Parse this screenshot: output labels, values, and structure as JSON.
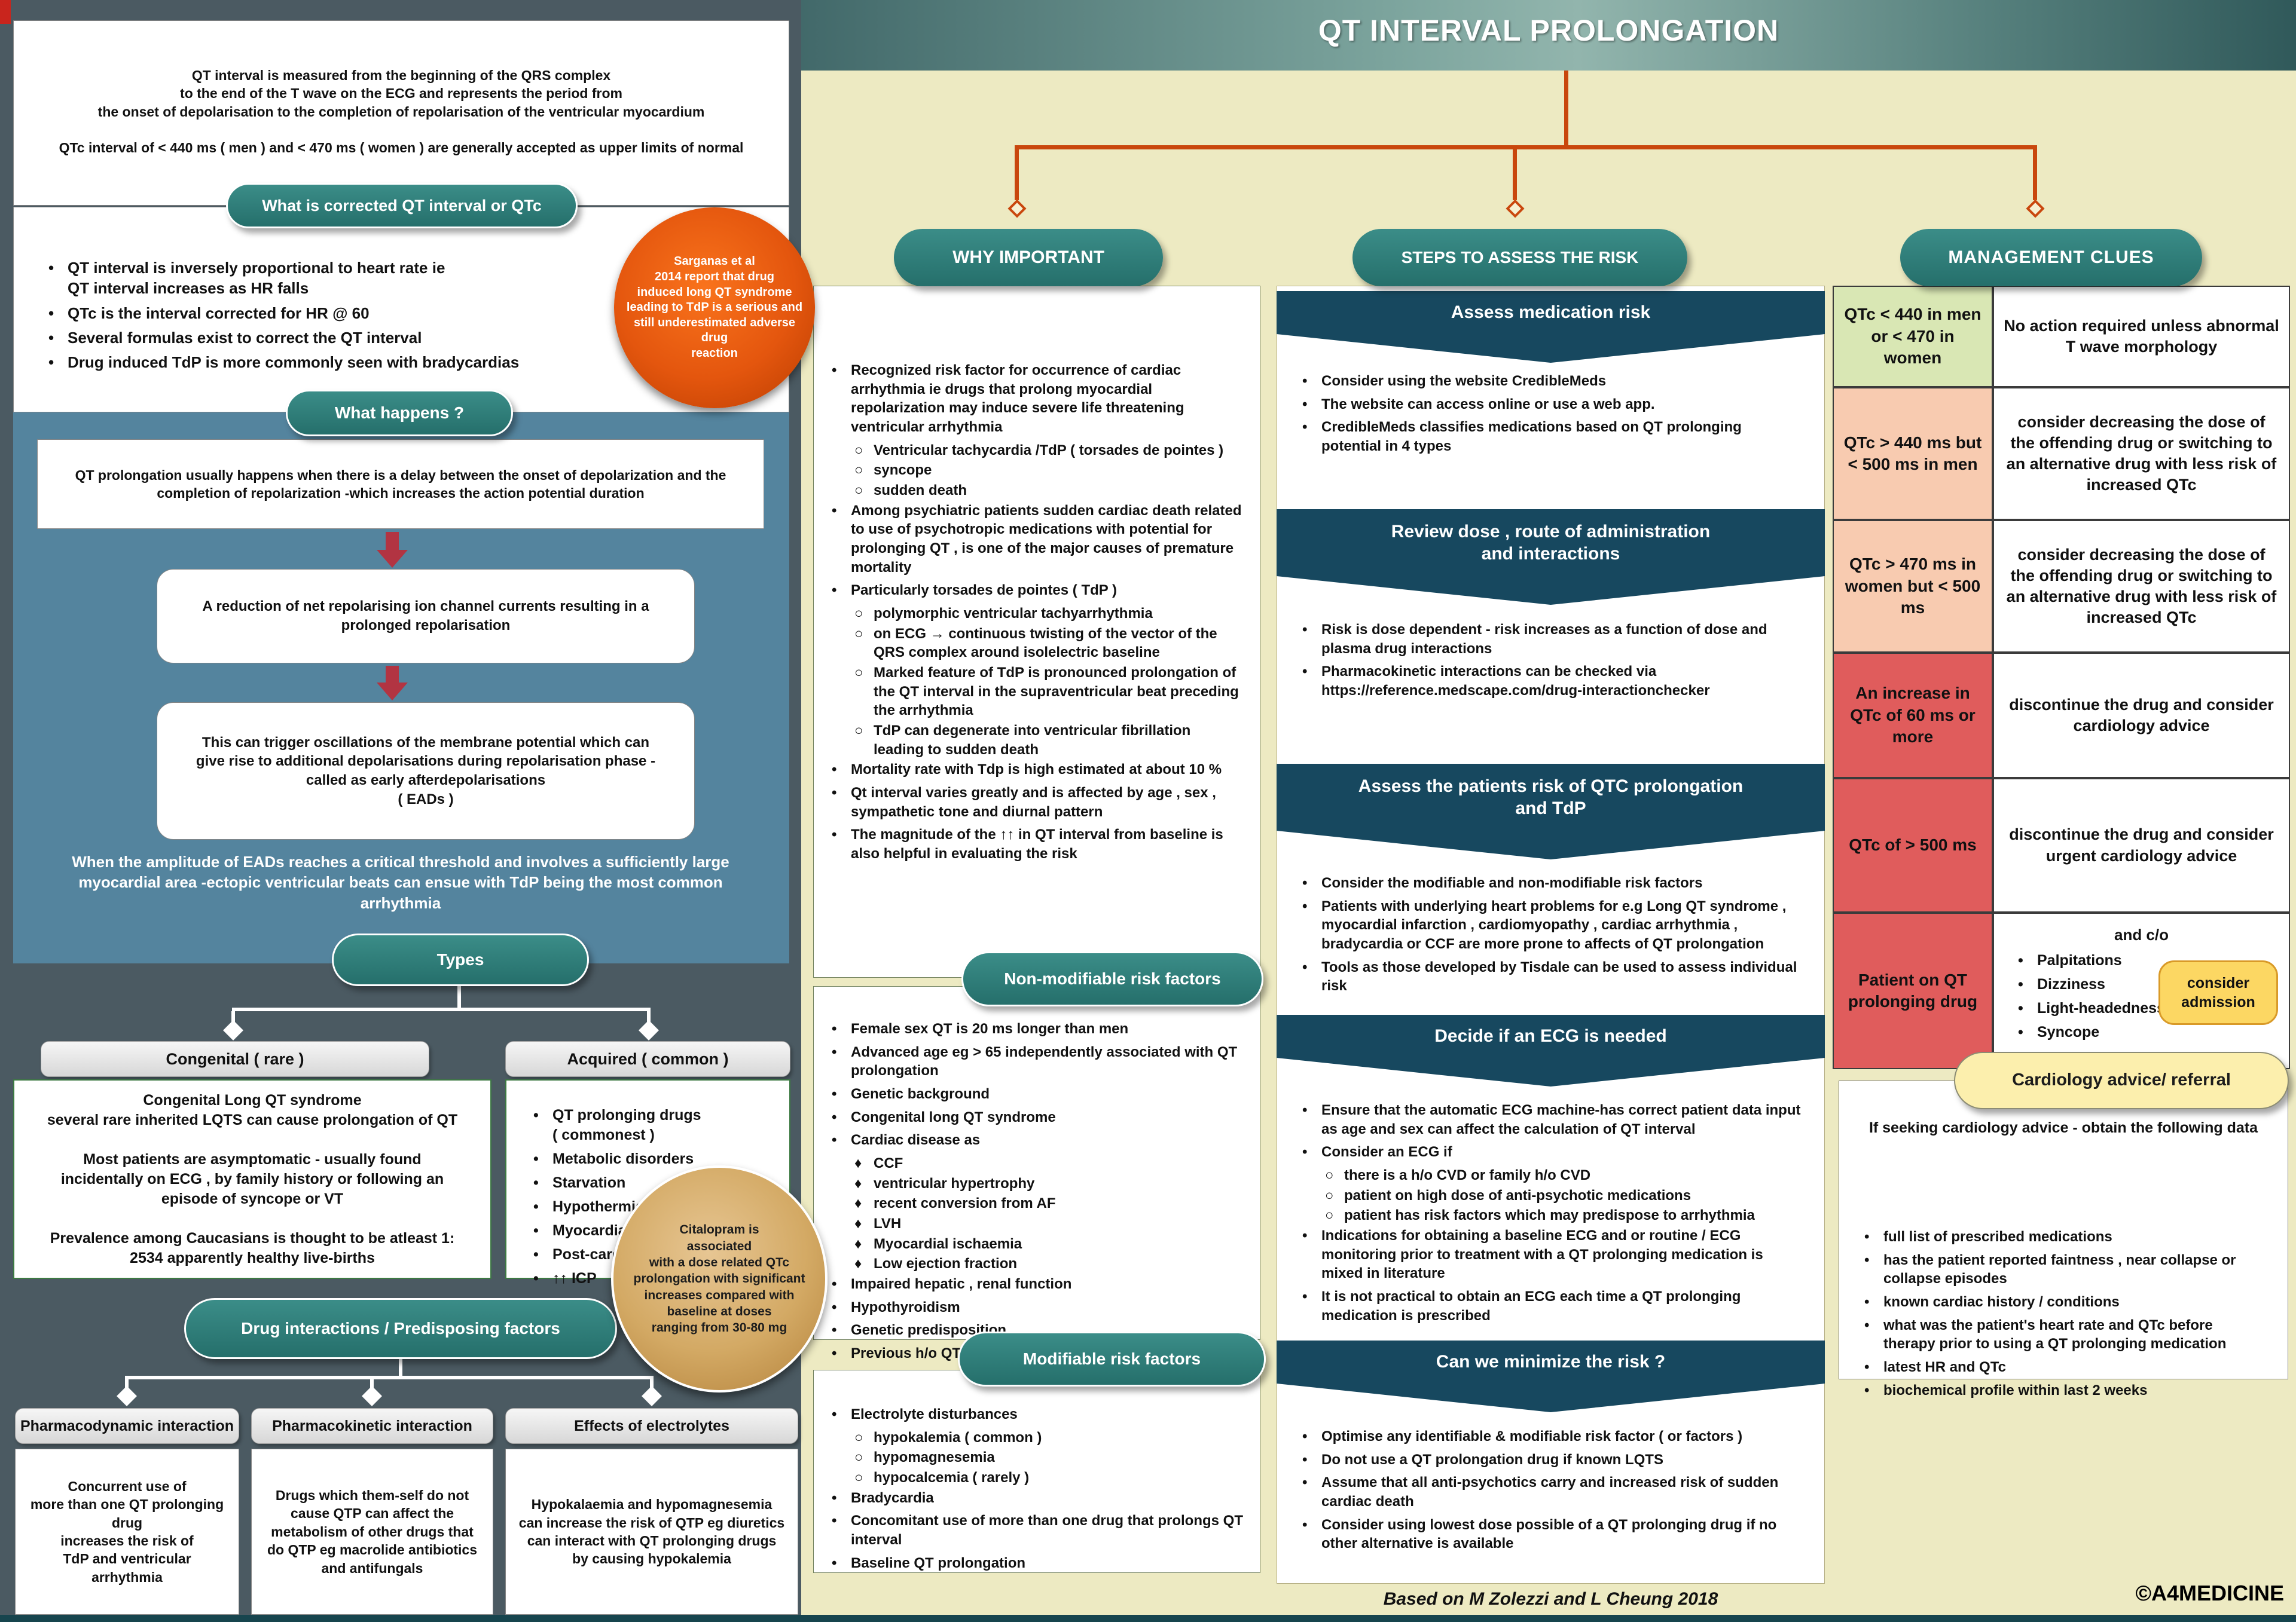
{
  "title": "QT INTERVAL PROLONGATION",
  "colors": {
    "teal_oval": "#2f807d",
    "navy_banner": "#17485f",
    "orange_connector": "#c9470d",
    "slate_panel": "#4b5a62",
    "blue_panel": "#54849e",
    "cream_bg": "#edeac2",
    "green_cell": "#d9e7b4",
    "salmon_cell": "#f8cbb0",
    "red_cell": "#e05c5c",
    "badge_yellow": "#fcd763",
    "cardio_oval_yellow": "#fcefad"
  },
  "left": {
    "intro_p1": "QT interval is measured from the beginning of the QRS complex\nto the end of the T wave on the ECG and represents the period from\nthe onset of depolarisation to the completion of repolarisation of the ventricular myocardium",
    "intro_p2": "QTc interval of  < 440 ms ( men ) and < 470 ms ( women ) are generally  accepted as upper limits of normal",
    "qtc_oval": "What is corrected QT interval or QTc",
    "qtc_bullets": [
      {
        "g": "•",
        "i": 0,
        "t": "QT interval is inversely proportional to heart rate ie\nQT interval increases as HR falls"
      },
      {
        "g": "•",
        "i": 0,
        "t": "QTc is the interval corrected for HR @ 60"
      },
      {
        "g": "•",
        "i": 0,
        "t": "Several formulas exist to correct the QT interval"
      },
      {
        "g": "•",
        "i": 0,
        "t": "Drug induced TdP is more commonly seen with bradycardias"
      }
    ],
    "sarganas_note": "Sarganas et al\n2014 report that drug\ninduced long QT syndrome\nleading to TdP is a serious and\nstill underestimated adverse\ndrug\nreaction",
    "what_happens_oval": "What happens ?",
    "delay_box": "QT prolongation usually happens when there is a delay between the onset of depolarization and the completion of repolarization -which increases the action potential duration",
    "reduction_box": "A reduction of net repolarising ion channel currents resulting in a prolonged repolarisation",
    "oscillation_box": "This can trigger oscillations of the membrane potential which can give rise to additional depolarisations during repolarisation phase - called as early afterdepolarisations\n( EADs )",
    "ead_footer": "When the amplitude of EADs reaches a critical threshold and involves a sufficiently large myocardial area -ectopic ventricular beats can  ensue with TdP being the most common arrhythmia",
    "types_oval": "Types",
    "congenital_label": "Congenital ( rare )",
    "congenital_body": "Congenital Long QT syndrome\nseveral rare inherited LQTS can cause prolongation of QT\n\nMost patients are asymptomatic - usually found incidentally on ECG , by family history or following an episode of syncope or VT\n\nPrevalence among  Caucasians is thought to be atleast 1: 2534 apparently healthy live-births",
    "acquired_label": "Acquired ( common )",
    "acquired_bullets": [
      {
        "g": "•",
        "i": 0,
        "t": "QT prolonging drugs\n( commonest )"
      },
      {
        "g": "•",
        "i": 0,
        "t": "Metabolic disorders"
      },
      {
        "g": "•",
        "i": 0,
        "t": "Starvation"
      },
      {
        "g": "•",
        "i": 0,
        "t": "Hypothermia"
      },
      {
        "g": "•",
        "i": 0,
        "t": "Myocardial ischaemia"
      },
      {
        "g": "•",
        "i": 0,
        "t": "Post-cardiac arrest"
      },
      {
        "g": "•",
        "i": 0,
        "t": "↑↑ ICP"
      }
    ],
    "citalopram_note": "Citalopram is\nassociated\nwith a dose related QTc\nprolongation with significant\nincreases compared with\nbaseline at doses\nranging from 30-80 mg",
    "drug_interactions_oval": "Drug interactions / Predisposing factors",
    "interactions": [
      {
        "label": "Pharmacodynamic interaction",
        "body": "Concurrent use of\nmore than one QT prolonging drug\nincreases the risk of\nTdP and ventricular\narrhythmia"
      },
      {
        "label": "Pharmacokinetic interaction",
        "body": "Drugs which them-self do not cause QTP can affect the metabolism of other  drugs that do QTP eg macrolide antibiotics and antifungals"
      },
      {
        "label": "Effects of electrolytes",
        "body": "Hypokalaemia and hypomagnesemia can increase the risk of QTP eg diuretics can interact with QT prolonging drugs by causing hypokalemia"
      }
    ]
  },
  "why": {
    "oval": "WHY IMPORTANT",
    "bullets": [
      {
        "g": "•",
        "i": 0,
        "t": "Recognized risk factor for occurrence of cardiac arrhythmia ie drugs that prolong myocardial repolarization may induce severe life threatening ventricular arrhythmia"
      },
      {
        "g": "○",
        "i": 1,
        "t": "Ventricular tachycardia  /TdP ( torsades de pointes )"
      },
      {
        "g": "○",
        "i": 1,
        "t": "syncope"
      },
      {
        "g": "○",
        "i": 1,
        "t": "sudden death"
      },
      {
        "g": "•",
        "i": 0,
        "t": "Among psychiatric patients sudden cardiac death related to use of psychotropic medications with potential for prolonging QT , is one of the major causes of premature mortality"
      },
      {
        "g": "•",
        "i": 0,
        "t": "Particularly torsades de pointes ( TdP )"
      },
      {
        "g": "○",
        "i": 1,
        "t": "polymorphic ventricular tachyarrhythmia"
      },
      {
        "g": "○",
        "i": 1,
        "t": "on ECG → continuous twisting of the vector of the QRS complex around isolelectric baseline"
      },
      {
        "g": "○",
        "i": 1,
        "t": "Marked feature of TdP is pronounced prolongation of the QT interval in the supraventricular beat preceding the arrhythmia"
      },
      {
        "g": "○",
        "i": 1,
        "t": "TdP can degenerate into ventricular fibrillation leading to sudden death"
      },
      {
        "g": "•",
        "i": 0,
        "t": "Mortality rate with Tdp is high estimated at about 10 %"
      },
      {
        "g": "•",
        "i": 0,
        "t": "Qt interval varies greatly and is affected by age , sex , sympathetic tone and diurnal pattern"
      },
      {
        "g": "•",
        "i": 0,
        "t": "The magnitude of the ↑↑ in QT interval from baseline is also helpful in evaluating the risk"
      }
    ],
    "nonmod_oval": "Non-modifiable risk factors",
    "nonmod_bullets": [
      {
        "g": "•",
        "i": 0,
        "t": "Female sex QT is  20 ms longer than men"
      },
      {
        "g": "•",
        "i": 0,
        "t": "Advanced age eg > 65 independently associated with QT prolongation"
      },
      {
        "g": "•",
        "i": 0,
        "t": "Genetic background"
      },
      {
        "g": "•",
        "i": 0,
        "t": "Congenital long QT syndrome"
      },
      {
        "g": "•",
        "i": 0,
        "t": "Cardiac disease as"
      },
      {
        "g": "♦",
        "i": 1,
        "t": "CCF"
      },
      {
        "g": "♦",
        "i": 1,
        "t": "ventricular hypertrophy"
      },
      {
        "g": "♦",
        "i": 1,
        "t": "recent conversion from AF"
      },
      {
        "g": "♦",
        "i": 1,
        "t": "LVH"
      },
      {
        "g": "♦",
        "i": 1,
        "t": "Myocardial ischaemia"
      },
      {
        "g": "♦",
        "i": 1,
        "t": "Low ejection fraction"
      },
      {
        "g": "•",
        "i": 0,
        "t": "Impaired hepatic , renal function"
      },
      {
        "g": "•",
        "i": 0,
        "t": "Hypothyroidism"
      },
      {
        "g": "•",
        "i": 0,
        "t": "Genetic predisposition"
      },
      {
        "g": "•",
        "i": 0,
        "t": "Previous h/o QT prolongation"
      }
    ],
    "mod_oval": "Modifiable risk factors",
    "mod_bullets": [
      {
        "g": "•",
        "i": 0,
        "t": "Electrolyte disturbances"
      },
      {
        "g": "○",
        "i": 1,
        "t": "hypokalemia ( common )"
      },
      {
        "g": "○",
        "i": 1,
        "t": "hypomagnesemia"
      },
      {
        "g": "○",
        "i": 1,
        "t": "hypocalcemia ( rarely )"
      },
      {
        "g": "•",
        "i": 0,
        "t": "Bradycardia"
      },
      {
        "g": "•",
        "i": 0,
        "t": "Concomitant use of more than one drug that prolongs QT interval"
      },
      {
        "g": "•",
        "i": 0,
        "t": "Baseline QT prolongation"
      }
    ]
  },
  "steps": {
    "oval": "STEPS TO ASSESS THE RISK",
    "based_on": "Based on M Zolezzi and L Cheung 2018",
    "sections": [
      {
        "banner": "Assess medication risk",
        "bullets": [
          {
            "g": "•",
            "i": 0,
            "t": "Consider using the website CredibleMeds"
          },
          {
            "g": "•",
            "i": 0,
            "t": "The website can access online or use a web app."
          },
          {
            "g": "•",
            "i": 0,
            "t": "CredibleMeds classifies medications based on QT prolonging potential in 4 types"
          }
        ]
      },
      {
        "banner": "Review dose , route of administration\nand interactions",
        "bullets": [
          {
            "g": "•",
            "i": 0,
            "t": "Risk is dose dependent - risk increases as a function of dose and plasma drug interactions"
          },
          {
            "g": "•",
            "i": 0,
            "t": "Pharmacokinetic interactions can be checked via https://reference.medscape.com/drug-interactionchecker"
          }
        ]
      },
      {
        "banner": "Assess the patients risk of QTC prolongation\nand TdP",
        "bullets": [
          {
            "g": "•",
            "i": 0,
            "t": "Consider the modifiable and non-modifiable risk factors"
          },
          {
            "g": "•",
            "i": 0,
            "t": "Patients with underlying heart problems for e.g Long QT syndrome , myocardial infarction , cardiomyopathy , cardiac arrhythmia , bradycardia or CCF are more prone to affects of QT prolongation"
          },
          {
            "g": "•",
            "i": 0,
            "t": "Tools as those developed by Tisdale can be used to assess individual risk"
          }
        ]
      },
      {
        "banner": "Decide if an ECG is needed",
        "bullets": [
          {
            "g": "•",
            "i": 0,
            "t": "Ensure that the automatic ECG machine-has correct patient data input as age and sex can affect the calculation of QT interval"
          },
          {
            "g": "•",
            "i": 0,
            "t": "Consider an ECG  if"
          },
          {
            "g": "○",
            "i": 1,
            "t": "there is a h/o CVD or family h/o CVD"
          },
          {
            "g": "○",
            "i": 1,
            "t": "patient on high dose of anti-psychotic medications"
          },
          {
            "g": "○",
            "i": 1,
            "t": "patient has risk factors which may predispose to arrhythmia"
          },
          {
            "g": "•",
            "i": 0,
            "t": "Indications for obtaining a baseline ECG and or routine / ECG monitoring prior to treatment with a QT prolonging medication is mixed in literature"
          },
          {
            "g": "•",
            "i": 0,
            "t": "It is not practical to obtain an ECG each time a QT prolonging medication is prescribed"
          }
        ]
      },
      {
        "banner": "Can we minimize the risk ?",
        "bullets": [
          {
            "g": "•",
            "i": 0,
            "t": "Optimise any identifiable & modifiable risk factor ( or factors )"
          },
          {
            "g": "•",
            "i": 0,
            "t": "Do not use a QT prolongation drug if known LQTS"
          },
          {
            "g": "•",
            "i": 0,
            "t": "Assume that all anti-psychotics carry and increased risk of sudden cardiac death"
          },
          {
            "g": "•",
            "i": 0,
            "t": "Consider using lowest dose possible of a QT prolonging drug if no other alternative is available"
          }
        ]
      }
    ]
  },
  "management": {
    "oval": "MANAGEMENT CLUES",
    "rows": [
      {
        "criterion": "QTc < 440 in men or < 470 in women",
        "action": "No action required unless abnormal T wave morphology"
      },
      {
        "criterion": "QTc > 440 ms but < 500 ms in men",
        "action": "consider decreasing the dose of the offending drug or switching to an alternative drug with less risk of increased QTc"
      },
      {
        "criterion": "QTc > 470 ms in women but < 500 ms",
        "action": "consider decreasing the dose of the offending drug or switching to an alternative drug with less risk of increased QTc"
      },
      {
        "criterion": "An increase in QTc of 60 ms or more",
        "action": "discontinue the drug and consider cardiology advice"
      },
      {
        "criterion": "QTc of > 500 ms",
        "action": "discontinue the drug and consider urgent cardiology advice"
      },
      {
        "criterion": "Patient on QT prolonging drug",
        "action_prefix": "and c/o",
        "badge": "consider\nadmission"
      }
    ],
    "row6_symptoms": [
      {
        "g": "•",
        "i": 0,
        "t": "Palpitations"
      },
      {
        "g": "•",
        "i": 0,
        "t": "Dizziness"
      },
      {
        "g": "•",
        "i": 0,
        "t": "Light-headedness"
      },
      {
        "g": "•",
        "i": 0,
        "t": "Syncope"
      }
    ],
    "cardiology": {
      "oval": "Cardiology advice/ referral",
      "heading": "If seeking cardiology advice - obtain the following data",
      "bullets": [
        {
          "g": "•",
          "i": 0,
          "t": "full list of prescribed medications"
        },
        {
          "g": "•",
          "i": 0,
          "t": "has the patient reported faintness , near collapse or collapse episodes"
        },
        {
          "g": "•",
          "i": 0,
          "t": "known cardiac history / conditions"
        },
        {
          "g": "•",
          "i": 0,
          "t": "what was the patient's heart rate and QTc before therapy prior to using a QT prolonging medication"
        },
        {
          "g": "•",
          "i": 0,
          "t": "latest HR and QTc"
        },
        {
          "g": "•",
          "i": 0,
          "t": "biochemical profile within last 2 weeks"
        }
      ]
    },
    "credit": "©A4MEDICINE"
  }
}
